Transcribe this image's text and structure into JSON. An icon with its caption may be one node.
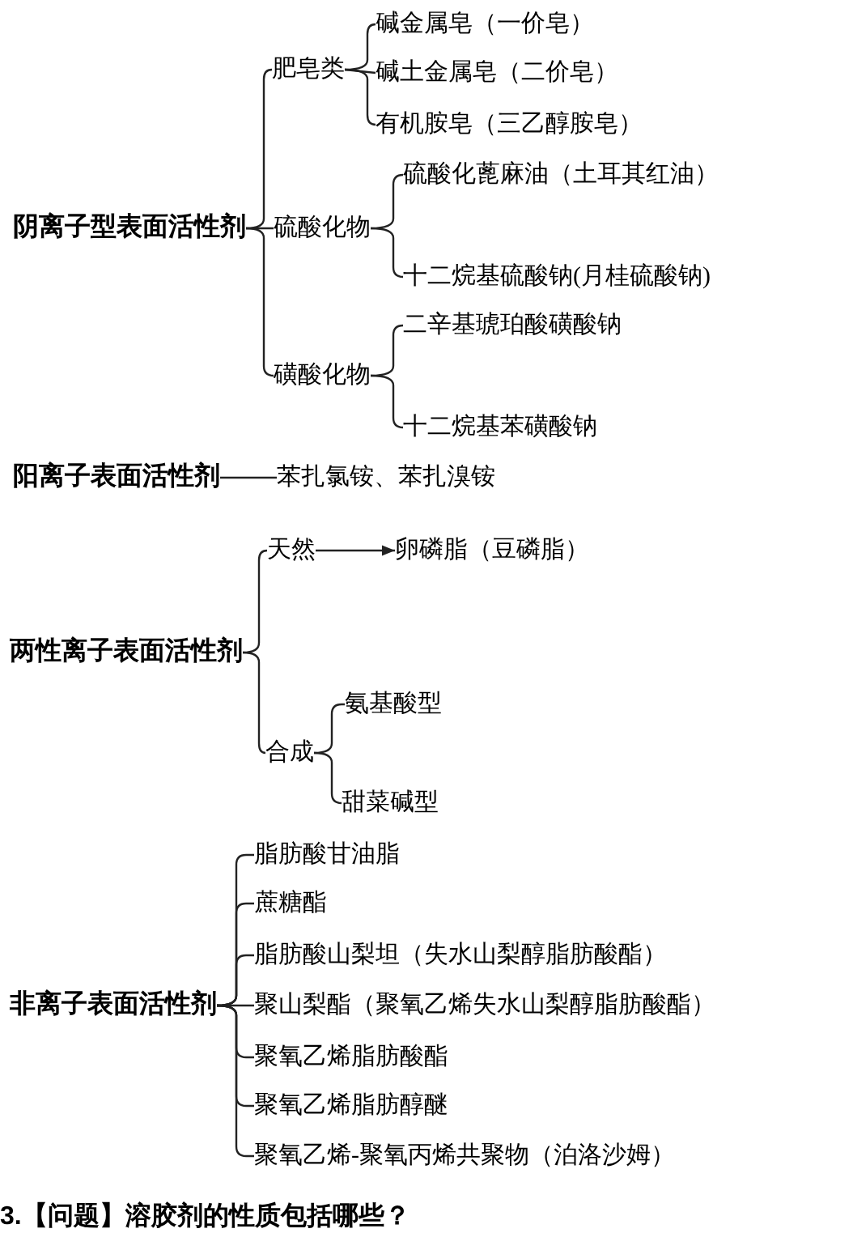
{
  "diagram": {
    "nodes": [
      {
        "text": [
          "阴离子型表面活性剂"
        ]
      },
      {
        "text": [
          "肥皂类"
        ]
      },
      {
        "text": [
          "碱金属皂（一价皂）"
        ]
      },
      {
        "text": [
          "碱土金属皂（二价皂）"
        ]
      },
      {
        "text": [
          "有机胺皂（三乙醇胺皂）"
        ]
      },
      {
        "text": [
          "硫酸化物"
        ]
      },
      {
        "text": [
          "硫酸化蓖麻油（土耳其红油）"
        ]
      },
      {
        "text": [
          "十二烷基硫酸钠(月桂硫酸钠)"
        ]
      },
      {
        "text": [
          "磺酸化物"
        ]
      },
      {
        "text": [
          "二辛基琥珀酸磺酸钠"
        ]
      },
      {
        "text": [
          "十二烷基苯磺酸钠"
        ]
      },
      {
        "text": [
          "阳离子表面活性剂"
        ]
      },
      {
        "text": [
          "苯扎氯铵、苯扎溴铵"
        ]
      },
      {
        "text": [
          "两性离子表面活性剂"
        ]
      },
      {
        "text": [
          "天然"
        ]
      },
      {
        "text": [
          "卵磷脂（豆磷脂）"
        ]
      },
      {
        "text": [
          "合成"
        ]
      },
      {
        "text": [
          "氨基酸型"
        ]
      },
      {
        "text": [
          "甜菜碱型"
        ]
      },
      {
        "text": [
          "非离子表面活性剂"
        ]
      },
      {
        "text": [
          "脂肪酸甘油脂"
        ]
      },
      {
        "text": [
          "蔗糖酯"
        ]
      },
      {
        "text": [
          "脂肪酸山梨坦（失水山梨醇脂肪酸酯）"
        ]
      },
      {
        "text": [
          "聚山梨酯（聚氧乙烯失水山梨醇脂肪酸酯）"
        ]
      },
      {
        "text": [
          "聚氧乙烯脂肪酸酯"
        ]
      },
      {
        "text": [
          "聚氧乙烯脂肪醇醚"
        ]
      },
      {
        "text": [
          "聚氧乙烯-聚氧丙烯共聚物（泊洛沙姆）"
        ]
      }
    ],
    "edges": [
      {
        "from": 0,
        "to": 1,
        "arrow": "none"
      },
      {
        "from": 0,
        "to": 5,
        "arrow": "none"
      },
      {
        "from": 0,
        "to": 8,
        "arrow": "none"
      },
      {
        "from": 1,
        "to": 2,
        "arrow": "none"
      },
      {
        "from": 1,
        "to": 3,
        "arrow": "none"
      },
      {
        "from": 1,
        "to": 4,
        "arrow": "none"
      },
      {
        "from": 5,
        "to": 6,
        "arrow": "none"
      },
      {
        "from": 5,
        "to": 7,
        "arrow": "none"
      },
      {
        "from": 8,
        "to": 9,
        "arrow": "none"
      },
      {
        "from": 8,
        "to": 10,
        "arrow": "none"
      },
      {
        "from": 11,
        "to": 12,
        "arrow": "none"
      },
      {
        "from": 13,
        "to": 14,
        "arrow": "none"
      },
      {
        "from": 13,
        "to": 16,
        "arrow": "none"
      },
      {
        "from": 14,
        "to": 15,
        "arrow": "to"
      },
      {
        "from": 16,
        "to": 17,
        "arrow": "none"
      },
      {
        "from": 16,
        "to": 18,
        "arrow": "none"
      },
      {
        "from": 19,
        "to": 20,
        "arrow": "none"
      },
      {
        "from": 19,
        "to": 21,
        "arrow": "none"
      },
      {
        "from": 19,
        "to": 22,
        "arrow": "none"
      },
      {
        "from": 19,
        "to": 23,
        "arrow": "none"
      },
      {
        "from": 19,
        "to": 24,
        "arrow": "none"
      },
      {
        "from": 19,
        "to": 25,
        "arrow": "none"
      },
      {
        "from": 19,
        "to": 26,
        "arrow": "none"
      }
    ],
    "labels": [
      "3.【问题】溶胶剂的性质包括哪些？"
    ]
  }
}
